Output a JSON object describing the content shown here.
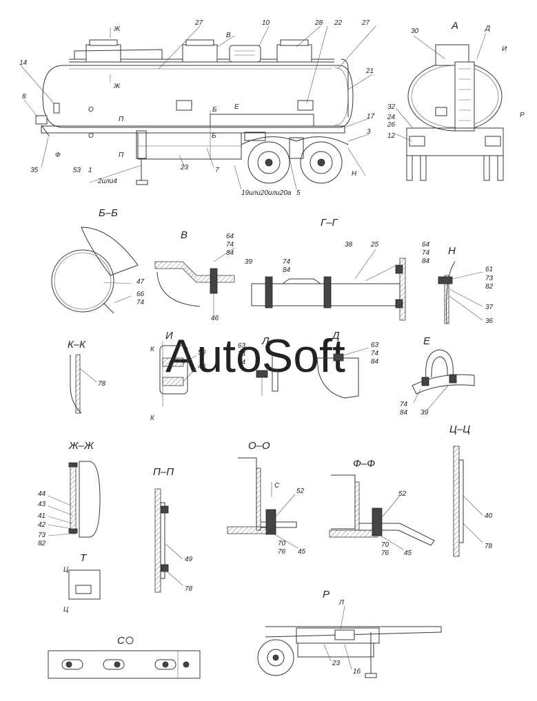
{
  "watermark": "AutoSoft",
  "views": {
    "main": {
      "labels": [
        "27",
        "В",
        "10",
        "28",
        "22",
        "27",
        "14",
        "8",
        "О",
        "П",
        "Б",
        "Е",
        "17",
        "3",
        "35",
        "Ф",
        "О",
        "П",
        "53",
        "1",
        "23",
        "7",
        "2или4",
        "19или20или20а",
        "5",
        "Н",
        "Б",
        "Ж",
        "Ж",
        "21"
      ]
    },
    "a": {
      "title": "А",
      "labels": [
        "30",
        "Д",
        "И",
        "32",
        "24",
        "26",
        "12",
        "Р"
      ]
    },
    "bb": {
      "title": "Б–Б",
      "labels": [
        "47",
        "66",
        "74"
      ]
    },
    "v": {
      "title": "В",
      "labels": [
        "64",
        "74",
        "84",
        "46"
      ]
    },
    "gg": {
      "title": "Г–Г",
      "labels": [
        "39",
        "74",
        "84",
        "38",
        "25",
        "64",
        "74",
        "84"
      ]
    },
    "n": {
      "title": "Н",
      "labels": [
        "61",
        "73",
        "82",
        "37",
        "36"
      ]
    },
    "kk": {
      "title": "К–К",
      "labels": [
        "78"
      ]
    },
    "i": {
      "title": "И",
      "labels": [
        "50",
        "48",
        "К",
        "К"
      ]
    },
    "l": {
      "title": "Л",
      "labels": [
        "63",
        "74",
        "84"
      ]
    },
    "d": {
      "title": "Д",
      "labels": [
        "63",
        "74",
        "84"
      ]
    },
    "e": {
      "title": "Е",
      "labels": [
        "74",
        "84",
        "39"
      ]
    },
    "zhzh": {
      "title": "Ж–Ж",
      "labels": [
        "44",
        "43",
        "41",
        "42",
        "73",
        "82"
      ]
    },
    "pp": {
      "title": "П–П",
      "labels": [
        "49",
        "78"
      ]
    },
    "oo": {
      "title": "О–О",
      "labels": [
        "С",
        "52",
        "70",
        "76",
        "45"
      ]
    },
    "ff": {
      "title": "Ф–Ф",
      "labels": [
        "52",
        "70",
        "76",
        "45"
      ]
    },
    "tsts": {
      "title": "Ц–Ц",
      "labels": [
        "40",
        "78"
      ]
    },
    "t": {
      "title": "Т",
      "labels": [
        "Ц",
        "Ц"
      ]
    },
    "s": {
      "title": "С"
    },
    "r": {
      "title": "Р",
      "labels": [
        "Л",
        "23",
        "16"
      ]
    }
  }
}
